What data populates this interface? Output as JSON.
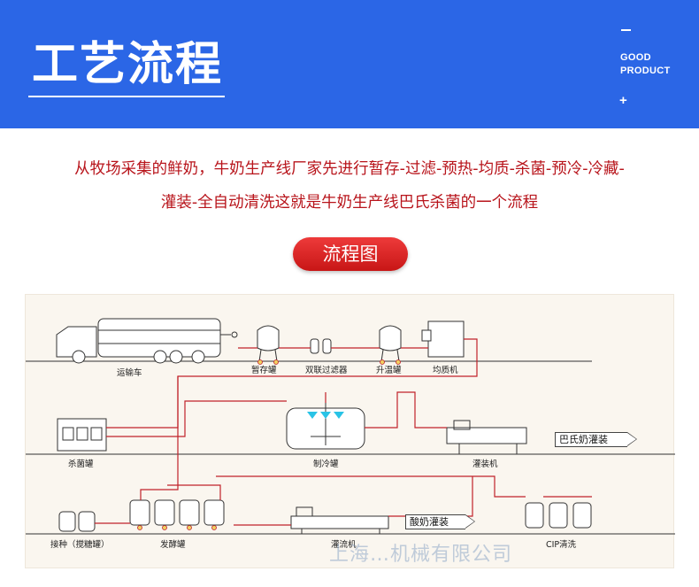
{
  "banner": {
    "title": "工艺流程",
    "tag_line1": "GOOD",
    "tag_line2": "PRODUCT",
    "plus": "+",
    "color": "#2b66e6"
  },
  "description": {
    "line1": "从牧场采集的鲜奶，牛奶生产线厂家先进行暂存-过滤-预热-均质-杀菌-预冷-冷藏-",
    "line2": "灌装-全自动清洗这就是牛奶生产线巴氏杀菌的一个流程",
    "color": "#b8141b"
  },
  "flow_button": {
    "label": "流程图"
  },
  "diagram": {
    "labels": {
      "truck": "运输车",
      "storage_tank": "暂存罐",
      "duplex_filter": "双联过滤器",
      "heating_tank": "升温罐",
      "homogenizer": "均质机",
      "sterilizer": "杀菌罐",
      "cooling_tank": "制冷罐",
      "filling_machine": "灌装机",
      "inoculation": "接种（搅糖罐）",
      "fermentation": "发酵罐",
      "yogurt_filling_machine": "灌流机",
      "cip": "CIP清洗"
    },
    "arrows": {
      "pasteurized_filling": "巴氏奶灌装",
      "yogurt_filling": "酸奶灌装"
    },
    "watermark": "上海…机械有限公司"
  }
}
